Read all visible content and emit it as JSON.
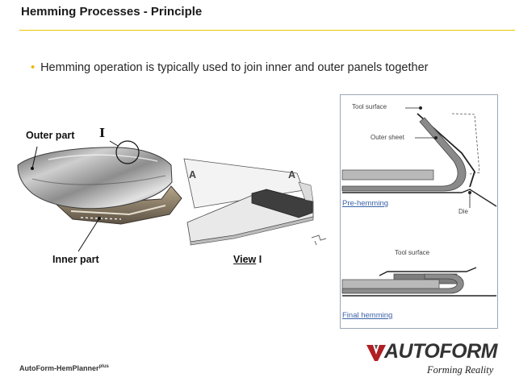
{
  "slide": {
    "title": "Hemming Processes - Principle",
    "bullet": "Hemming operation is typically used to join inner and outer panels together"
  },
  "left_figure": {
    "outer_label": "Outer part",
    "inner_label": "Inner part",
    "detail_marker": "I"
  },
  "middle_figure": {
    "section_left": "A",
    "section_right": "A",
    "view_word": "View",
    "view_id": "I"
  },
  "diagram": {
    "pre": {
      "tool_surface": "Tool surface",
      "outer_sheet": "Outer sheet",
      "stage": "Pre-hemming",
      "die": "Die"
    },
    "final": {
      "tool_surface": "Tool surface",
      "stage": "Final hemming"
    }
  },
  "footer": {
    "product": "AutoForm-HemPlanner",
    "product_sup": "plus"
  },
  "logo": {
    "name": "AUTOFORM",
    "tagline": "Forming Reality"
  },
  "colors": {
    "accent_rule": "#e8c700",
    "bullet": "#f2b800",
    "stage_label": "#3a62a8",
    "panel_border": "#9aa7b7"
  }
}
